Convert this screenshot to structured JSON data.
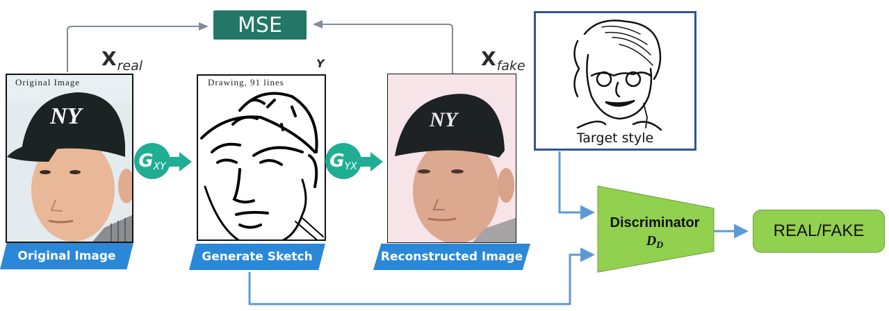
{
  "diagram": {
    "loss_box": {
      "label": "MSE",
      "color": "#227766"
    },
    "variables": {
      "x_real": {
        "main": "X",
        "sub": "real"
      },
      "y": {
        "main": "Y"
      },
      "x_fake": {
        "main": "X",
        "sub": "fake"
      }
    },
    "panels": [
      {
        "id": "original",
        "inner_caption": "Original Image",
        "tag": "Original Image",
        "image": "photo-face-cap"
      },
      {
        "id": "sketch",
        "inner_caption": "Drawing, 91 lines",
        "tag": "Generate Sketch",
        "image": "sketch-face-cap"
      },
      {
        "id": "reconstructed",
        "inner_caption": "",
        "tag": "Reconstructed Image",
        "image": "photo-face-cap-reconstructed"
      }
    ],
    "generators": [
      {
        "main": "G",
        "sub": "XY",
        "color": "#1fae94"
      },
      {
        "main": "G",
        "sub": "YX",
        "color": "#1fae94"
      }
    ],
    "target_style": {
      "label": "Target style",
      "image": "line-drawing-portrait",
      "border_color": "#2f5597"
    },
    "discriminator": {
      "label": "Discriminator",
      "symbol": "D",
      "symbol_sub": "D",
      "color": "#92d050"
    },
    "output": {
      "label": "REAL/FAKE",
      "color": "#92d050"
    },
    "colors": {
      "tag_blue": "#2b88d8",
      "flow_line": "#5b9bd5",
      "mse_line": "#7f8c9a"
    }
  }
}
